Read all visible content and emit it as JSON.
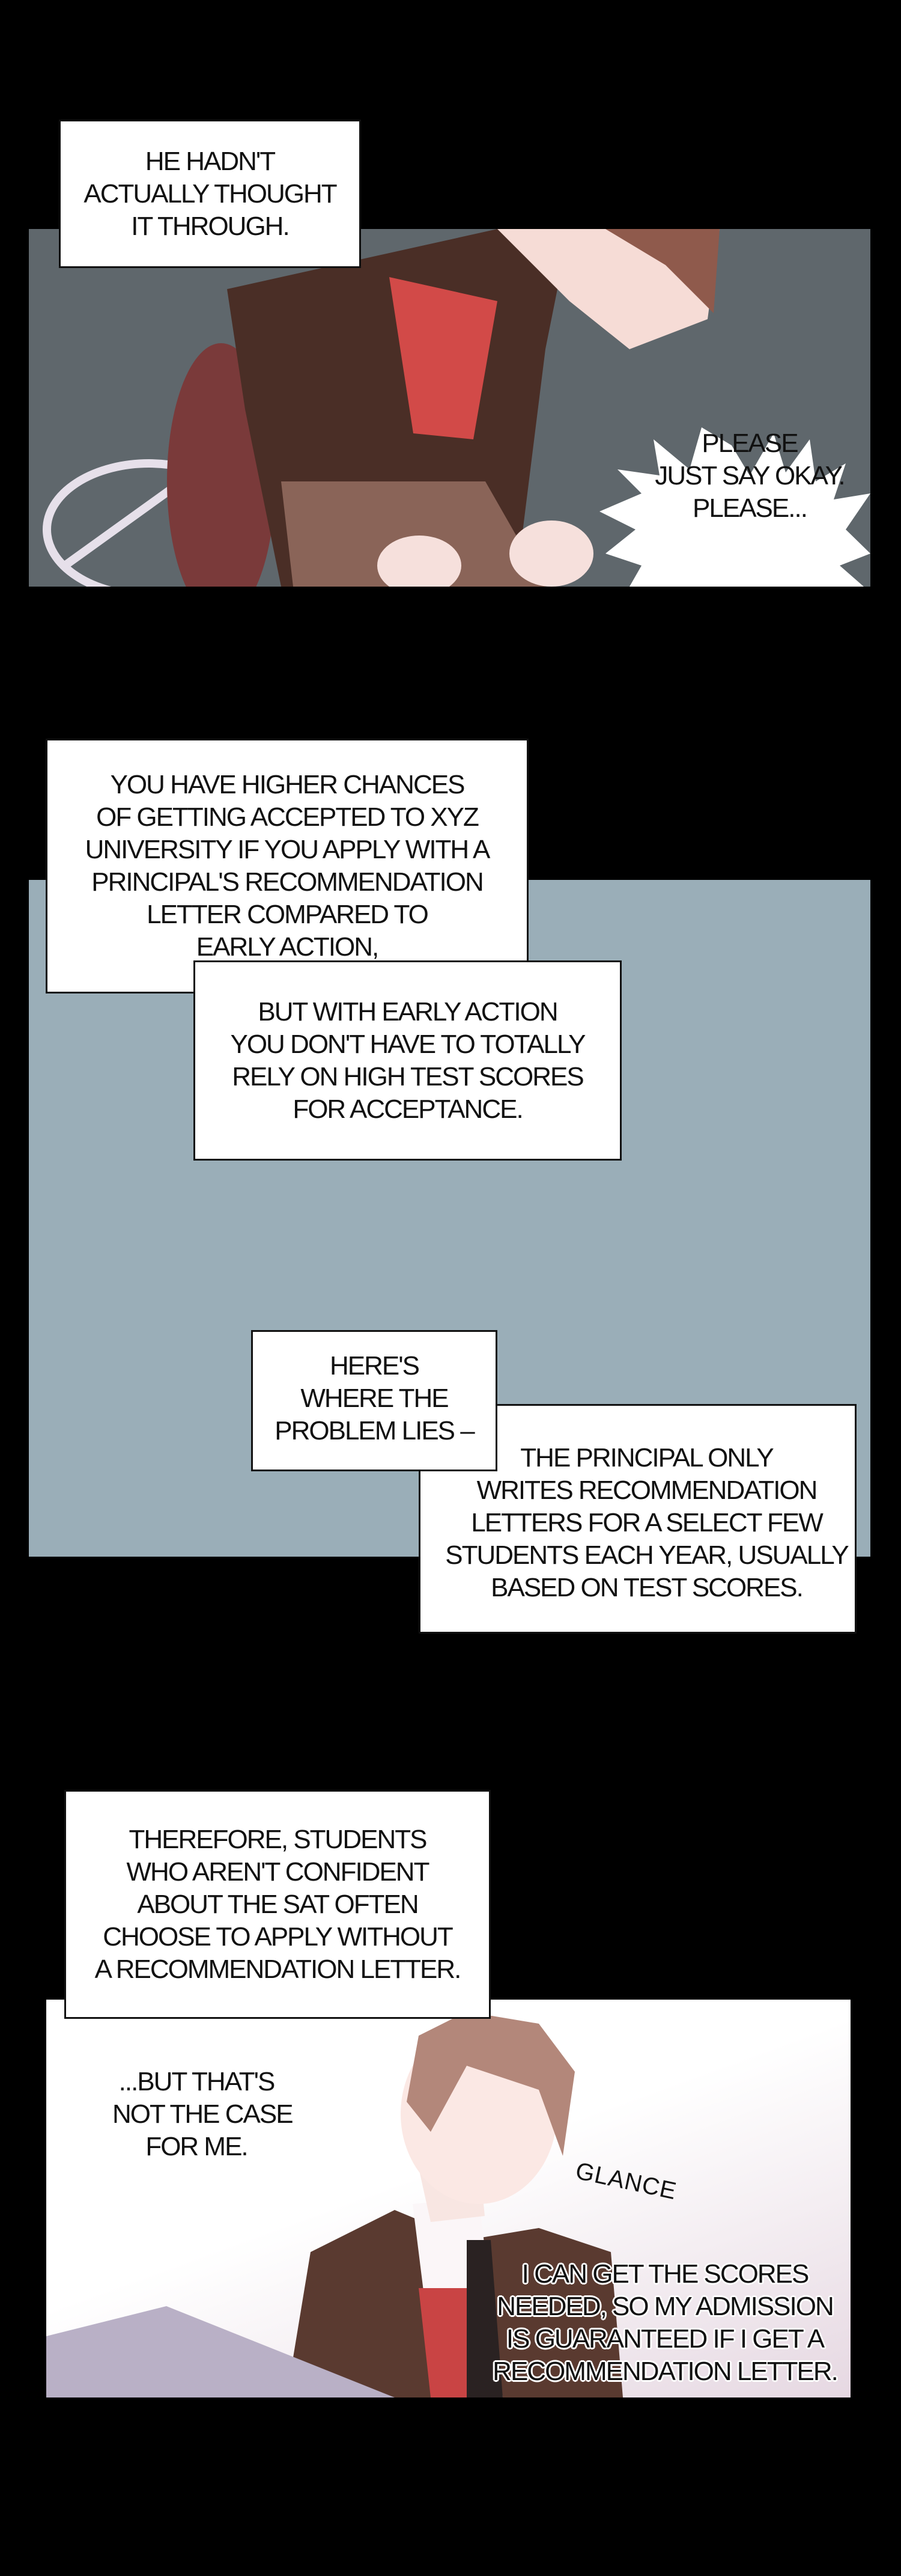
{
  "panel1": {
    "caption": [
      "HE HADN'T",
      "ACTUALLY THOUGHT",
      "IT THROUGH."
    ],
    "burst": [
      "PLEASE",
      "JUST SAY OKAY.",
      "PLEASE..."
    ],
    "bg_color": "#5f676c"
  },
  "panel2": {
    "bg_color": "#9aaeb8",
    "caption1": [
      "YOU HAVE HIGHER CHANCES",
      "OF GETTING ACCEPTED TO XYZ",
      "UNIVERSITY IF YOU APPLY WITH A",
      "PRINCIPAL'S RECOMMENDATION",
      "LETTER COMPARED TO",
      "EARLY ACTION,"
    ],
    "caption2": [
      "BUT WITH EARLY ACTION",
      "YOU DON'T HAVE TO TOTALLY",
      "RELY ON HIGH TEST SCORES",
      "FOR ACCEPTANCE."
    ],
    "caption3": [
      "HERE'S",
      "WHERE THE",
      "PROBLEM LIES –"
    ],
    "caption4": [
      "THE PRINCIPAL ONLY",
      "WRITES RECOMMENDATION",
      "LETTERS FOR A SELECT FEW",
      "STUDENTS EACH YEAR, USUALLY",
      "BASED ON TEST SCORES."
    ]
  },
  "panel3": {
    "caption": [
      "THEREFORE, STUDENTS",
      "WHO AREN'T CONFIDENT",
      "ABOUT THE SAT OFTEN",
      "CHOOSE TO APPLY WITHOUT",
      "A RECOMMENDATION LETTER."
    ],
    "thought": [
      "...BUT THAT'S",
      "NOT THE CASE",
      "FOR ME."
    ],
    "sfx": "GLANCE",
    "monologue": [
      "I CAN GET THE SCORES",
      "NEEDED, SO MY ADMISSION",
      "IS GUARANTEED IF I GET A",
      "RECOMMENDATION LETTER."
    ]
  }
}
